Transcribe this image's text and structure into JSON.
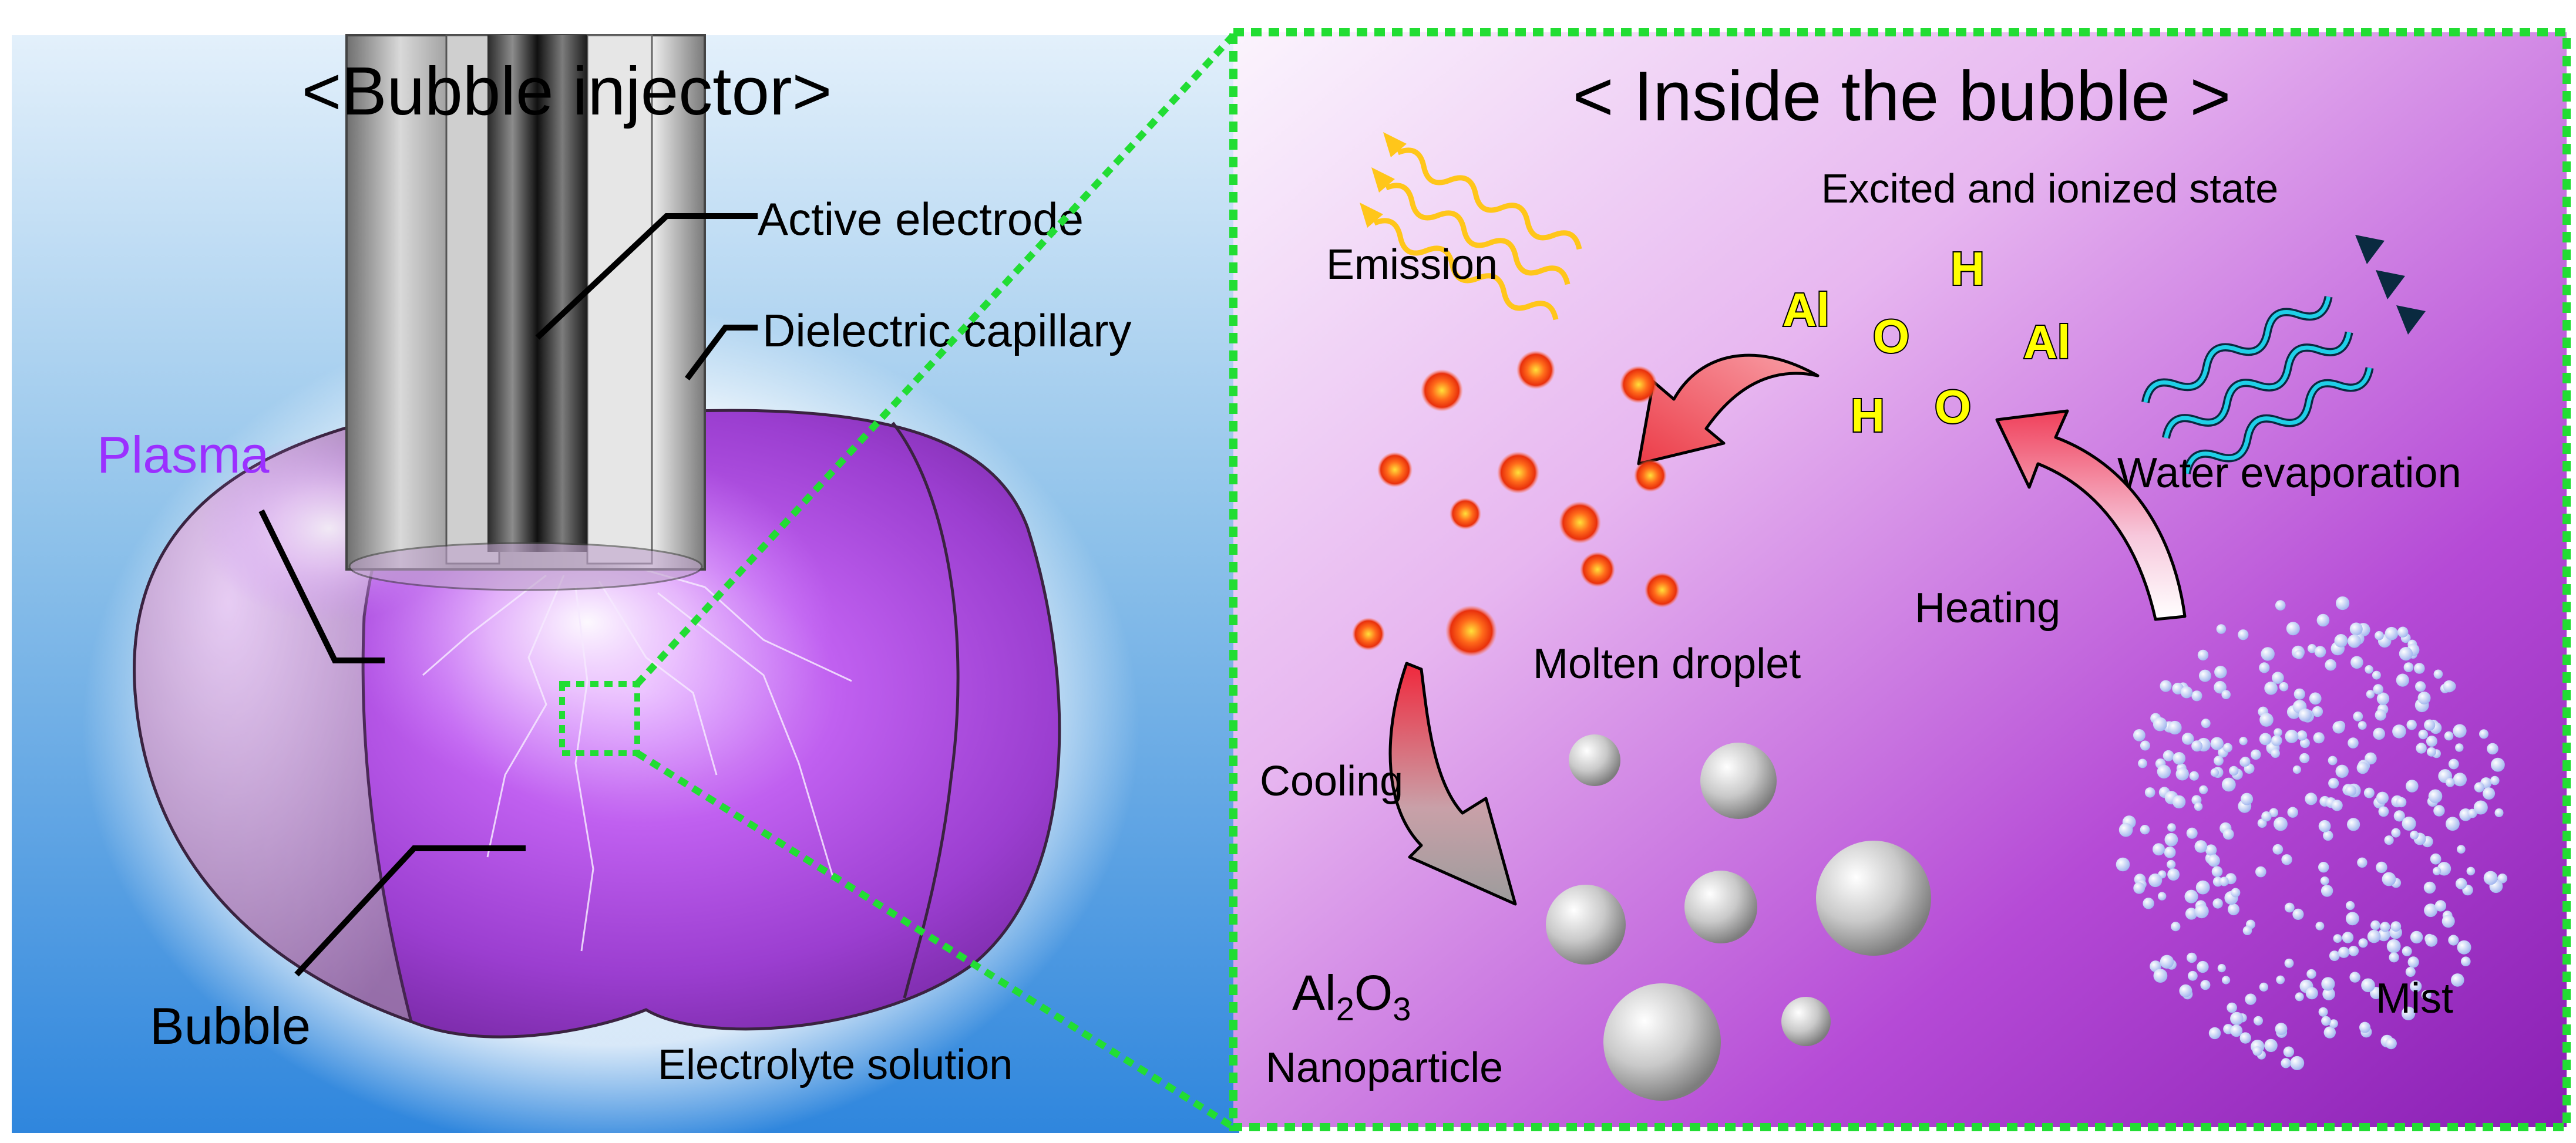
{
  "left_panel": {
    "title": "<Bubble injector>",
    "labels": {
      "active_electrode": "Active electrode",
      "dielectric_capillary": "Dielectric capillary",
      "plasma": "Plasma",
      "bubble": "Bubble",
      "electrolyte": "Electrolyte solution"
    }
  },
  "right_panel": {
    "title": "< Inside the bubble >",
    "labels": {
      "excited_state": "Excited and ionized state",
      "emission": "Emission",
      "water_evaporation": "Water evaporation",
      "heating": "Heating",
      "molten_droplet": "Molten droplet",
      "cooling": "Cooling",
      "mist": "Mist",
      "product_main": "Al",
      "product_sub1": "2",
      "product_o": "O",
      "product_sub2": "3",
      "nanoparticle": "Nanoparticle"
    },
    "atoms": [
      "Al",
      "O",
      "H",
      "Al",
      "H",
      "O"
    ]
  },
  "colors": {
    "plasma_label": "#9b30ff",
    "zoom_border": "#22dd33",
    "atom_text": "#ffff00",
    "emission_wave": "#ffc61a",
    "evaporation_wave": "#1fd0e8",
    "droplet": "#ff5a1a",
    "arrow_red": "#f04a4a"
  }
}
